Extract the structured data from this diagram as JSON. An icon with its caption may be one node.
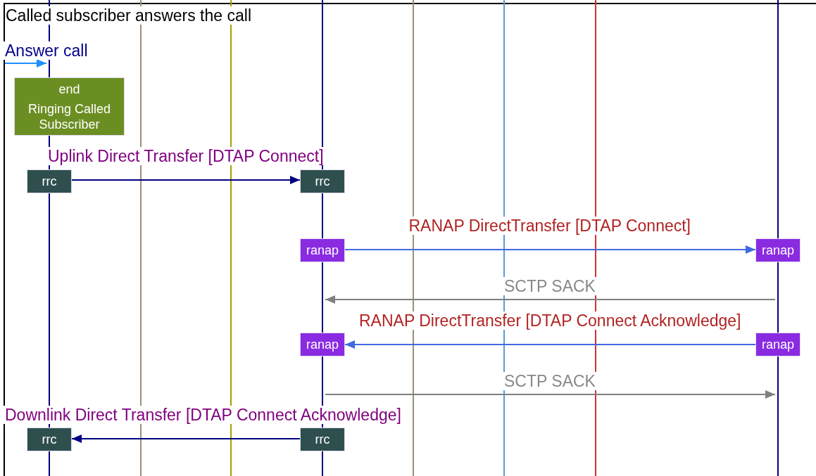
{
  "diagram": {
    "title": "Called subscriber answers the call",
    "nodes": [
      {
        "text": [],
        "shape": "line"
      },
      {
        "text": [],
        "shape": "line"
      },
      {
        "text": [],
        "shape": "line"
      },
      {
        "text": [],
        "shape": "line"
      },
      {
        "text": [],
        "shape": "line"
      },
      {
        "text": [],
        "shape": "line"
      },
      {
        "text": [],
        "shape": "line"
      },
      {
        "text": [],
        "shape": "line"
      },
      {
        "text": [
          "end",
          "Ringing Called Subscriber"
        ]
      },
      {
        "text": [
          "rrc"
        ]
      },
      {
        "text": [
          "rrc"
        ]
      },
      {
        "text": [
          "ranap"
        ]
      },
      {
        "text": [
          "ranap"
        ]
      },
      {
        "text": [
          "ranap"
        ]
      },
      {
        "text": [
          "ranap"
        ]
      },
      {
        "text": [
          "rrc"
        ]
      },
      {
        "text": [
          "rrc"
        ]
      }
    ],
    "edges": [
      {
        "from": null,
        "to": 0,
        "arrow": "to",
        "label": "Answer call",
        "color": "#1e90ff"
      },
      {
        "from": 9,
        "to": 10,
        "arrow": "to",
        "label": "Uplink Direct Transfer [DTAP Connect]",
        "color": "#000080"
      },
      {
        "from": 11,
        "to": 12,
        "arrow": "to",
        "label": "RANAP DirectTransfer [DTAP Connect]",
        "color": "#4169e1"
      },
      {
        "from": 7,
        "to": 3,
        "arrow": "to",
        "label": "SCTP SACK",
        "color": "#808080"
      },
      {
        "from": 14,
        "to": 13,
        "arrow": "to",
        "label": "RANAP DirectTransfer [DTAP Connect Acknowledge]",
        "color": "#4169e1"
      },
      {
        "from": 3,
        "to": 7,
        "arrow": "to",
        "label": "SCTP SACK",
        "color": "#808080"
      },
      {
        "from": 16,
        "to": 15,
        "arrow": "to",
        "label": "Downlink Direct Transfer [DTAP Connect Acknowledge]",
        "color": "#000080"
      }
    ]
  }
}
